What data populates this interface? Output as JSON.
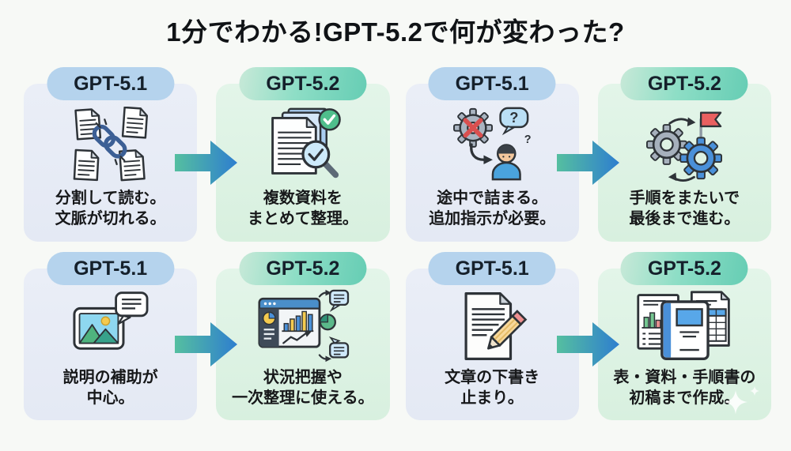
{
  "title": "1分でわかる!GPT-5.2で何が変わった?",
  "colors": {
    "page_bg": "#f7f9f6",
    "old_card_bg": "#e8edf6",
    "new_card_bg": "#def2e2",
    "old_pill_bg": "#b5d3ed",
    "new_pill_gradient_start": "#c8e9d8",
    "new_pill_gradient_end": "#66cdb4",
    "arrow_gradient_start": "#55bfa0",
    "arrow_gradient_end": "#2e7ecf",
    "title_text": "#101316",
    "caption_text": "#17181a"
  },
  "pairs": [
    {
      "old": {
        "label": "GPT-5.1",
        "icon": "split-documents-broken-chain-icon",
        "caption_line1": "分割して読む。",
        "caption_line2": "文脈が切れる。"
      },
      "new": {
        "label": "GPT-5.2",
        "icon": "documents-magnifier-check-icon",
        "caption_line1": "複数資料を",
        "caption_line2": "まとめて整理。"
      }
    },
    {
      "old": {
        "label": "GPT-5.1",
        "icon": "gear-error-person-question-icon",
        "caption_line1": "途中で詰まる。",
        "caption_line2": "追加指示が必要。"
      },
      "new": {
        "label": "GPT-5.2",
        "icon": "gears-goal-flag-icon",
        "caption_line1": "手順をまたいで",
        "caption_line2": "最後まで進む。"
      }
    },
    {
      "old": {
        "label": "GPT-5.1",
        "icon": "image-speech-bubble-icon",
        "caption_line1": "説明の補助が",
        "caption_line2": "中心。"
      },
      "new": {
        "label": "GPT-5.2",
        "icon": "dashboard-analysis-icon",
        "caption_line1": "状況把握や",
        "caption_line2": "一次整理に使える。"
      }
    },
    {
      "old": {
        "label": "GPT-5.1",
        "icon": "document-pencil-draft-icon",
        "caption_line1": "文章の下書き",
        "caption_line2": "止まり。"
      },
      "new": {
        "label": "GPT-5.2",
        "icon": "chart-report-manual-documents-icon",
        "caption_line1": "表・資料・手順書の",
        "caption_line2": "初稿まで作成。"
      }
    }
  ]
}
